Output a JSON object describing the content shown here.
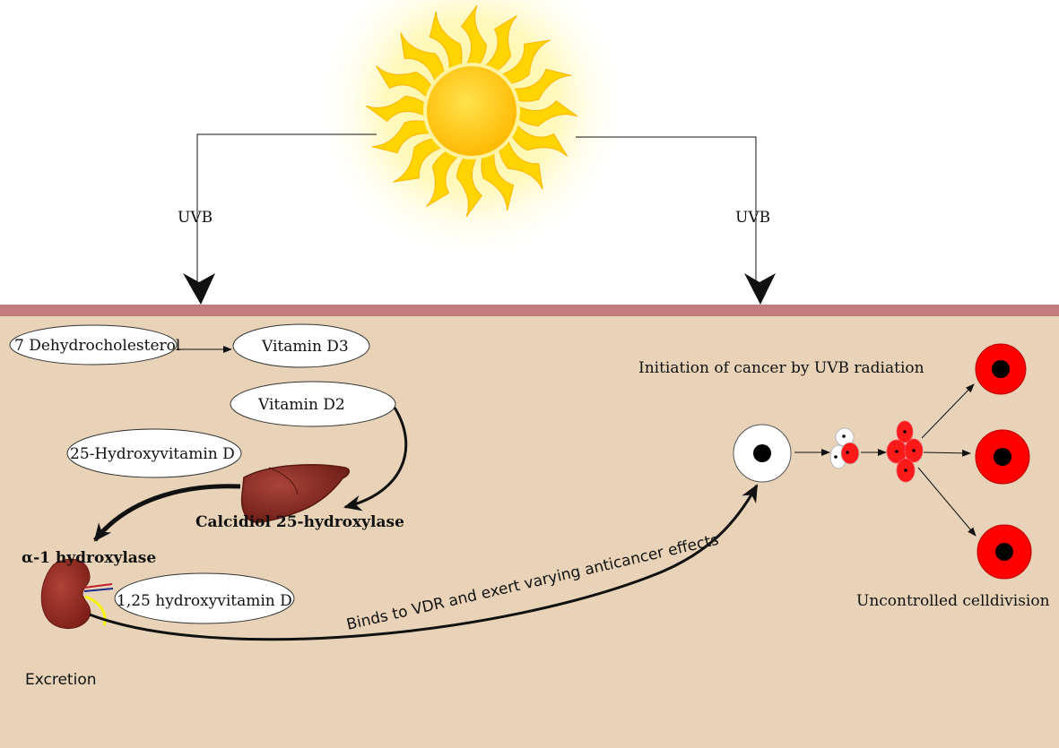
{
  "labels": {
    "uvb_left": "UVB",
    "uvb_right": "UVB",
    "dehydrocholesterol": "7 Dehydrocholesterol",
    "vitamin_d3": "Vitamin D3",
    "vitamin_d2": "Vitamin D2",
    "hydroxyvitamin_25": "25-Hydroxyvitamin D",
    "calcidiol": "Calcidiol 25-hydroxylase",
    "alpha_hydroxylase": "α-1 hydroxylase",
    "hydroxyvitamin_125": "1,25 hydroxyvitamin D",
    "excretion": "Excretion",
    "binds_vdr": "Binds to VDR and exert varying anticancer effects",
    "initiation": "Initiation of cancer by UVB radiation",
    "uncontrolled": "Uncontrolled celldivision"
  },
  "colors": {
    "skin": "#e8d3b8",
    "skin_border": "#c27c7c",
    "sun_core": "#ffcc00",
    "sun_ray": "#ffd400",
    "liver": "#8b2a22",
    "kidney": "#962a22",
    "cancer_cell": "#ff0000"
  }
}
